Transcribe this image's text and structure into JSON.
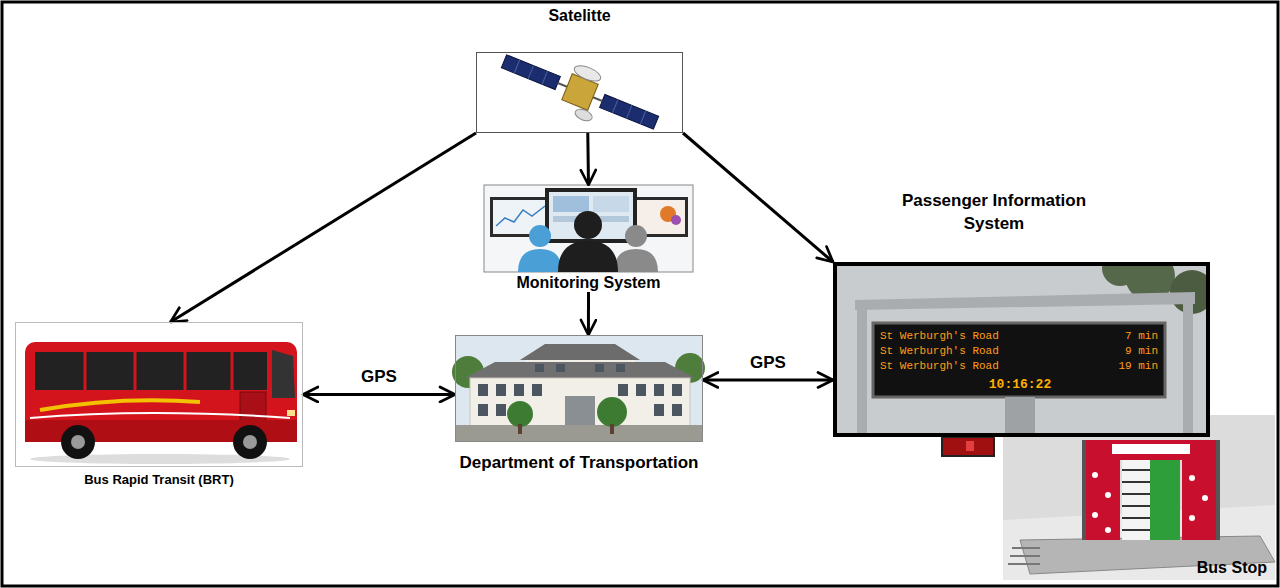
{
  "diagram": {
    "nodes": [
      {
        "text": [
          "Satelitte"
        ]
      },
      {
        "text": [
          "Monitoring System"
        ]
      },
      {
        "text": [
          "Passenger Information System"
        ]
      },
      {
        "text": [
          "Bus Rapid Transit (BRT)"
        ]
      },
      {
        "text": [
          "Department of Transportation"
        ]
      },
      {
        "text": [
          "Bus Stop"
        ]
      }
    ],
    "edges": [
      {
        "from": 0,
        "to": 3,
        "arrow": "to"
      },
      {
        "from": 0,
        "to": 1,
        "arrow": "to"
      },
      {
        "from": 0,
        "to": 2,
        "arrow": "to"
      },
      {
        "from": 1,
        "to": 4,
        "arrow": "to"
      },
      {
        "from": 3,
        "to": 4,
        "label": "GPS",
        "arrow": "both"
      },
      {
        "from": 4,
        "to": 2,
        "label": "GPS",
        "arrow": "both"
      }
    ],
    "labels": [
      "St Werburgh's Road",
      "7 min",
      "St Werburgh's Road",
      "9 min",
      "St Werburgh's Road",
      "19 min",
      "10:16:22"
    ]
  }
}
